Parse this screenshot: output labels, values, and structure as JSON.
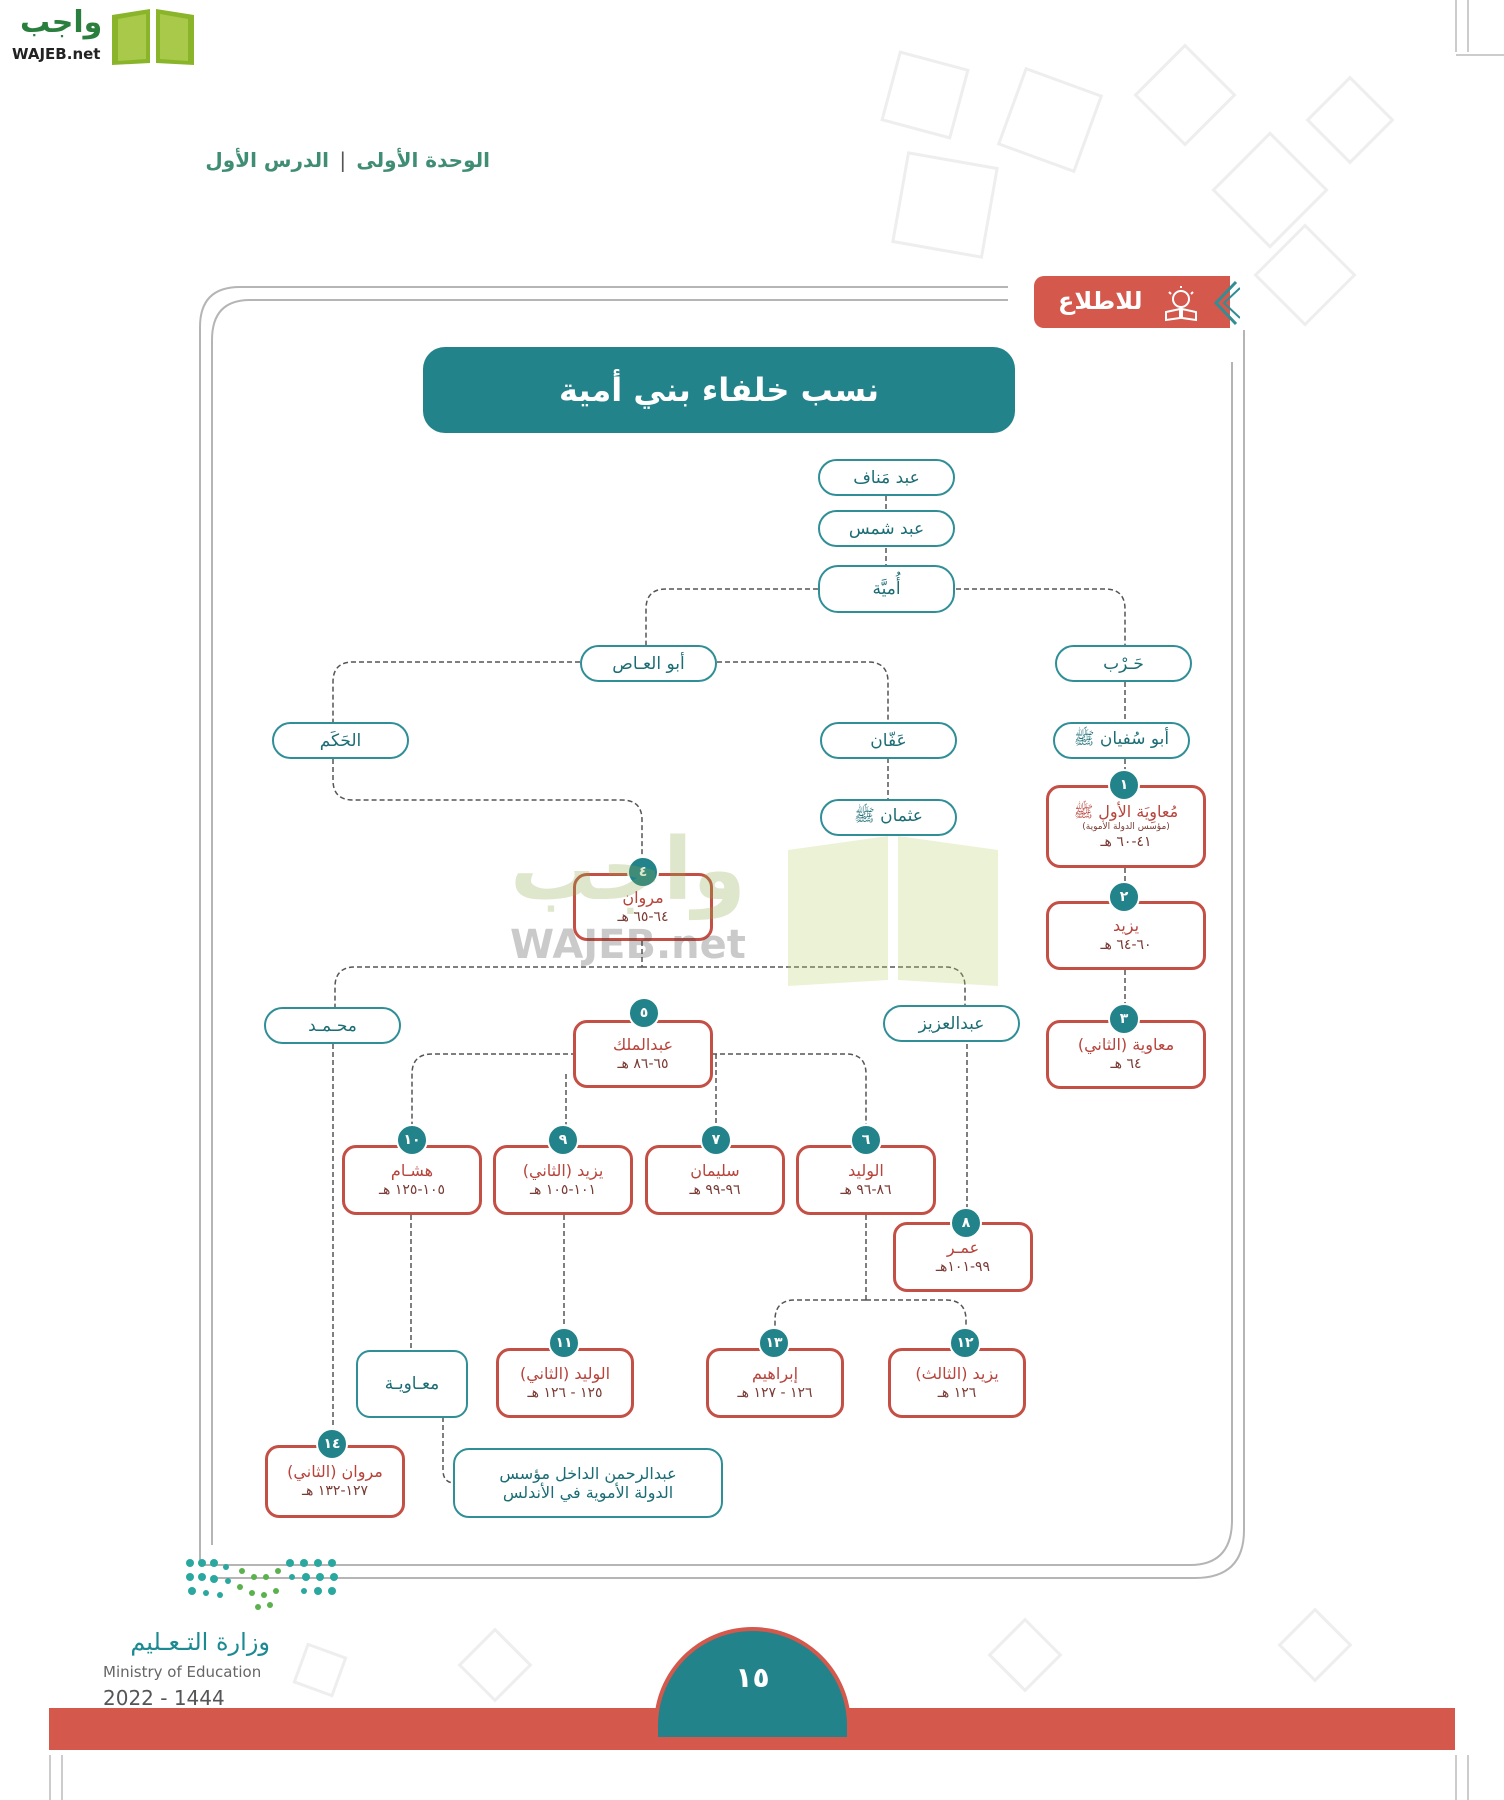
{
  "logo": {
    "arabic": "واجب",
    "latin": "WAJEB.net",
    "watermark_arabic": "واجب",
    "watermark_latin": "WAJEB.net"
  },
  "header": {
    "unit": "الوحدة الأولى",
    "separator": "|",
    "lesson": "الدرس الأول"
  },
  "tag": {
    "label": "للاطلاع",
    "icon": "lightbulb-book-icon"
  },
  "title": "نسب خلفاء بني أمية",
  "nodes": {
    "abd_manaf": {
      "name": "عبد مَناف"
    },
    "abd_shams": {
      "name": "عبد شمس"
    },
    "umayya": {
      "name": "أُميَّة"
    },
    "harb": {
      "name": "حَـرْب"
    },
    "abu_al_as": {
      "name": "أبو العـاص"
    },
    "al_hakam": {
      "name": "الحَكَم"
    },
    "affan": {
      "name": "عَفّان"
    },
    "abu_sufyan": {
      "name": "أبو سُفيان ﷺ"
    },
    "uthman": {
      "name": "عثمان ﷺ"
    },
    "muawiya1": {
      "num": "١",
      "name": "مُعاوِيَة الأول ﷺ",
      "note": "(مؤسس الدولة الأموية)",
      "years": "٤١-٦٠ هـ"
    },
    "yazid": {
      "num": "٢",
      "name": "يزيد",
      "years": "٦٠-٦٤ هـ"
    },
    "muawiya2": {
      "num": "٣",
      "name": "معاوية (الثاني)",
      "years": "٦٤ هـ"
    },
    "marwan": {
      "num": "٤",
      "name": "مروان",
      "years": "٦٤-٦٥ هـ"
    },
    "muhammad": {
      "name": "محـمـد"
    },
    "abd_al_malik": {
      "num": "٥",
      "name": "عبدالملك",
      "years": "٦٥-٨٦ هـ"
    },
    "abd_al_aziz": {
      "name": "عبدالعزيز"
    },
    "hisham": {
      "num": "١٠",
      "name": "هشـام",
      "years": "١٠٥-١٢٥ هـ"
    },
    "yazid2": {
      "num": "٩",
      "name": "يزيد (الثاني)",
      "years": "١٠١-١٠٥ هـ"
    },
    "sulayman": {
      "num": "٧",
      "name": "سليمان",
      "years": "٩٦-٩٩ هـ"
    },
    "al_walid": {
      "num": "٦",
      "name": "الوليد",
      "years": "٨٦-٩٦ هـ"
    },
    "umar": {
      "num": "٨",
      "name": "عمـر",
      "years": "٩٩-١٠١هـ"
    },
    "muawiya_son": {
      "name": "معـاويـة"
    },
    "walid2": {
      "num": "١١",
      "name": "الوليد (الثاني)",
      "years": "١٢٥ - ١٢٦ هـ"
    },
    "ibrahim": {
      "num": "١٣",
      "name": "إبراهيم",
      "years": "١٢٦ - ١٢٧ هـ"
    },
    "yazid3": {
      "num": "١٢",
      "name": "يزيد (الثالث)",
      "years": "١٢٦ هـ"
    },
    "marwan2": {
      "num": "١٤",
      "name": "مروان (الثاني)",
      "years": "١٢٧-١٣٢ هـ"
    },
    "abd_al_rahman": {
      "line1": "عبدالرحمن الداخل مؤسس",
      "line2": "الدولة الأموية في الأندلس"
    }
  },
  "footer": {
    "ministry_ar": "وزارة التـعـليم",
    "ministry_en": "Ministry of Education",
    "years": "2022 - 1444",
    "page": "١٥"
  },
  "colors": {
    "teal": "#23838b",
    "red": "#c44f45",
    "band": "#d4584c"
  }
}
